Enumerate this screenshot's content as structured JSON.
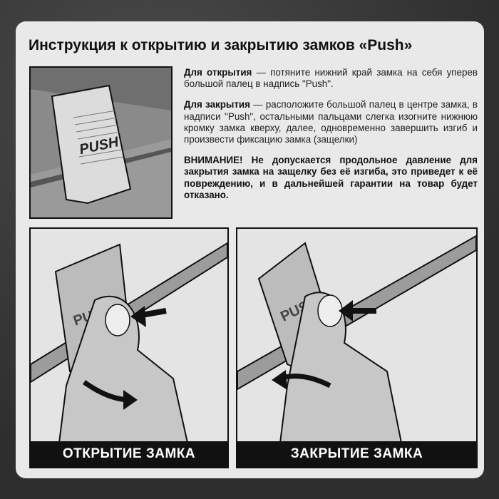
{
  "title": "Инструкция к открытию и закрытию замков «Push»",
  "instructions": {
    "open_label": "Для открытия",
    "open_text": " — потяните нижний край замка на себя уперев большой палец в надпись \"Push\".",
    "close_label": "Для закрытия",
    "close_text": " — расположите большой палец в центре замка, в надписи \"Push\", остальными пальцами слегка изогните нижнюю кромку замка кверху, далее, одновременно завершить изгиб и произвести фиксацию замка (защелки)",
    "warning": "ВНИМАНИЕ! Не допускается продольное давление для закрытия замка на защелку без её изгиба, это приведет к её повреждению, и в дальнейшей гарантии на товар будет отказано."
  },
  "illustrations": {
    "top": {
      "lock_text": "PUSH"
    },
    "left": {
      "caption": "ОТКРЫТИЕ ЗАМКА",
      "lock_text": "PUSH"
    },
    "right": {
      "caption": "ЗАКРЫТИЕ ЗАМКА",
      "lock_text": "PUSH"
    }
  }
}
